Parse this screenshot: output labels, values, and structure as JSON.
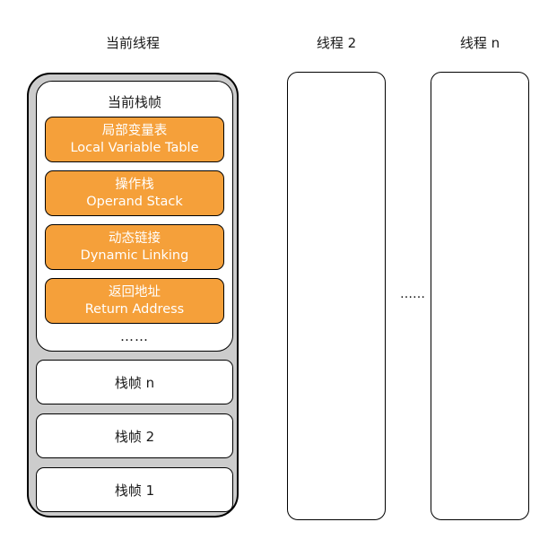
{
  "threads": {
    "current": {
      "title": "当前线程",
      "current_frame": {
        "title": "当前栈帧",
        "items": [
          {
            "zh": "局部变量表",
            "en": "Local Variable Table"
          },
          {
            "zh": "操作栈",
            "en": "Operand Stack"
          },
          {
            "zh": "动态链接",
            "en": "Dynamic Linking"
          },
          {
            "zh": "返回地址",
            "en": "Return Address"
          }
        ],
        "ellipsis": "……"
      },
      "frames": [
        "栈帧 n",
        "栈帧 2",
        "栈帧 1"
      ]
    },
    "others": [
      {
        "title": "线程 2"
      },
      {
        "title": "线程 n"
      }
    ],
    "between_ellipsis": "……"
  },
  "colors": {
    "accent": "#f5a03a",
    "thread_bg": "#cccccc"
  }
}
